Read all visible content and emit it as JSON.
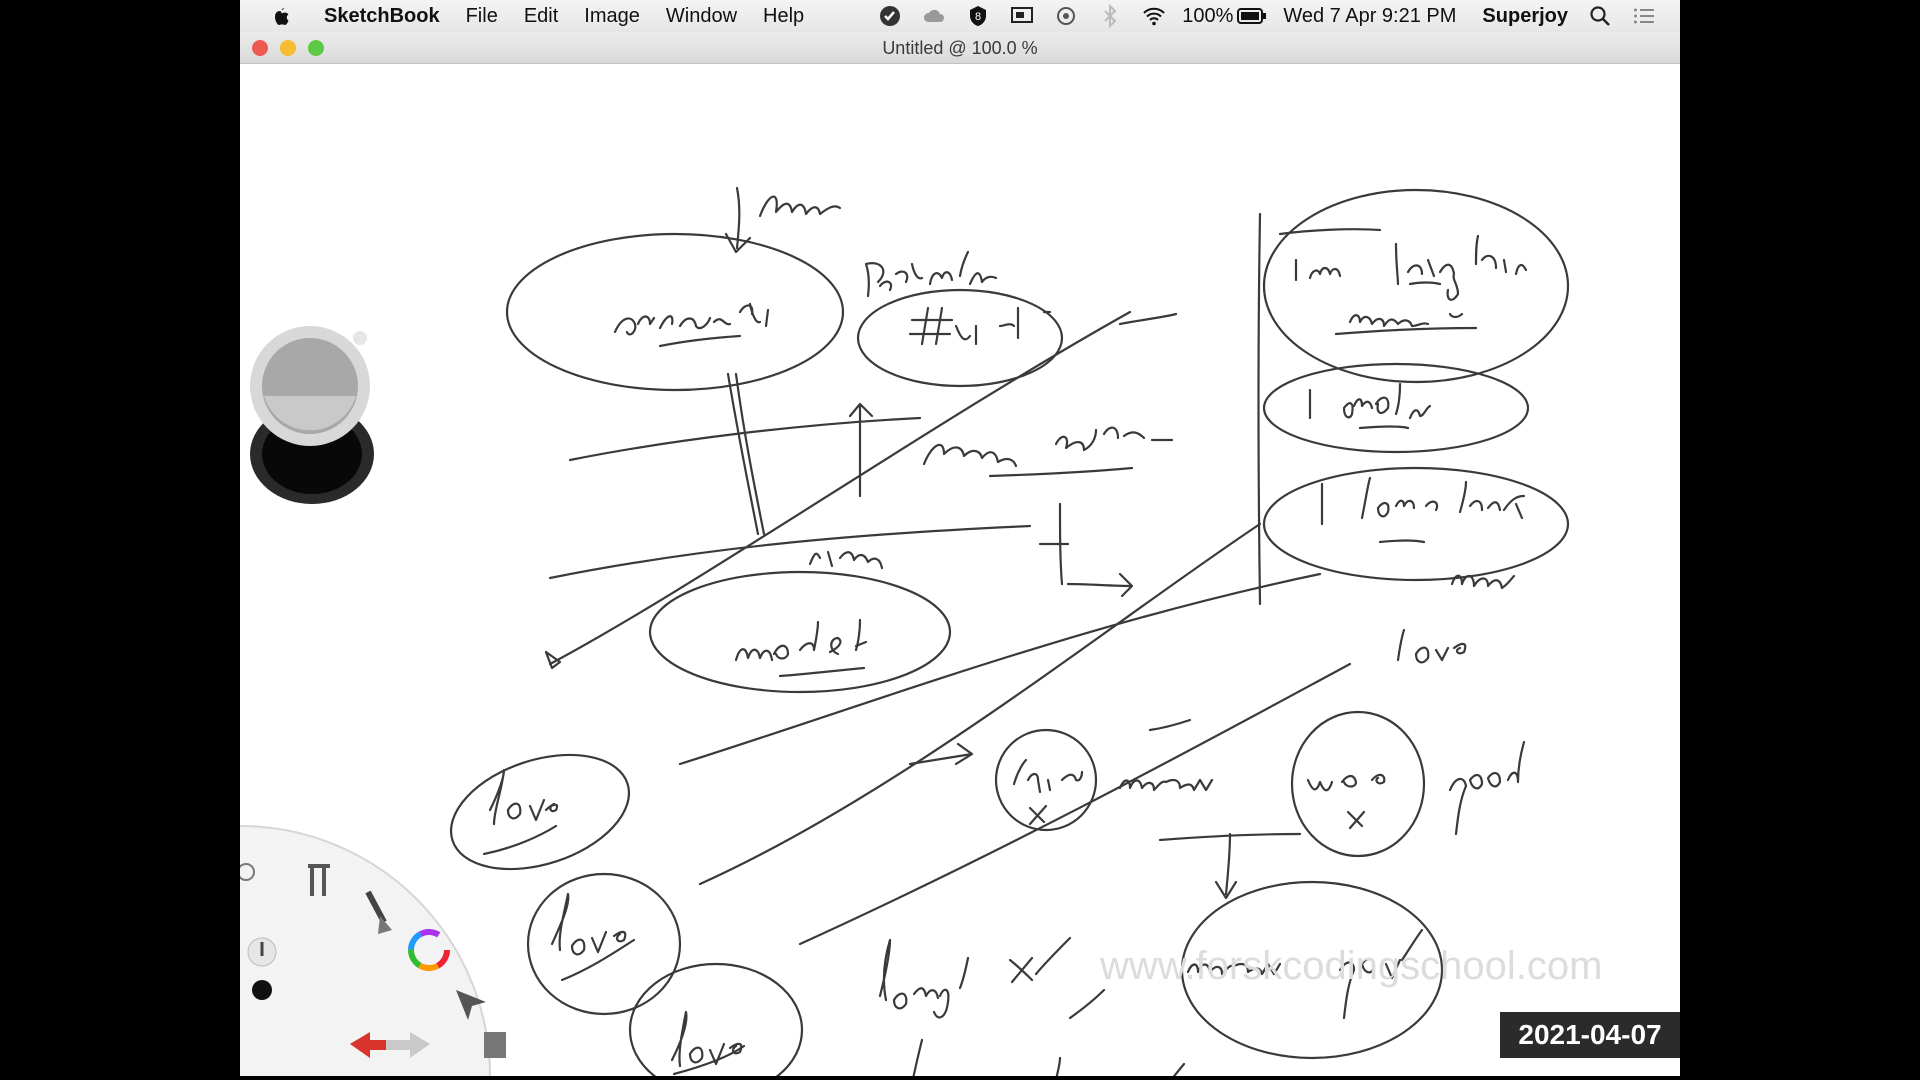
{
  "menubar": {
    "app_name": "SketchBook",
    "menus": [
      "File",
      "Edit",
      "Image",
      "Window",
      "Help"
    ],
    "battery": "100%",
    "datetime": "Wed 7 Apr  9:21 PM",
    "user": "Superjoy"
  },
  "window": {
    "title": "Untitled @ 100.0 %"
  },
  "canvas": {
    "watermark": "www.forskcodingschool.com",
    "date_stamp": "2021-04-07"
  },
  "colors": {
    "close": "#ee5a52",
    "minimize": "#f5bd2f",
    "zoom": "#5ec944",
    "ink": "#333333"
  },
  "icons": [
    "apple-icon",
    "check-icon",
    "cloud-icon",
    "badge-icon",
    "display-icon",
    "sync-icon",
    "bluetooth-icon",
    "wifi-icon",
    "battery-icon",
    "search-icon",
    "list-icon",
    "undo-icon",
    "redo-icon",
    "brush-icon",
    "pencil-icon",
    "color-wheel-icon",
    "select-icon",
    "layers-icon",
    "settings-icon"
  ]
}
